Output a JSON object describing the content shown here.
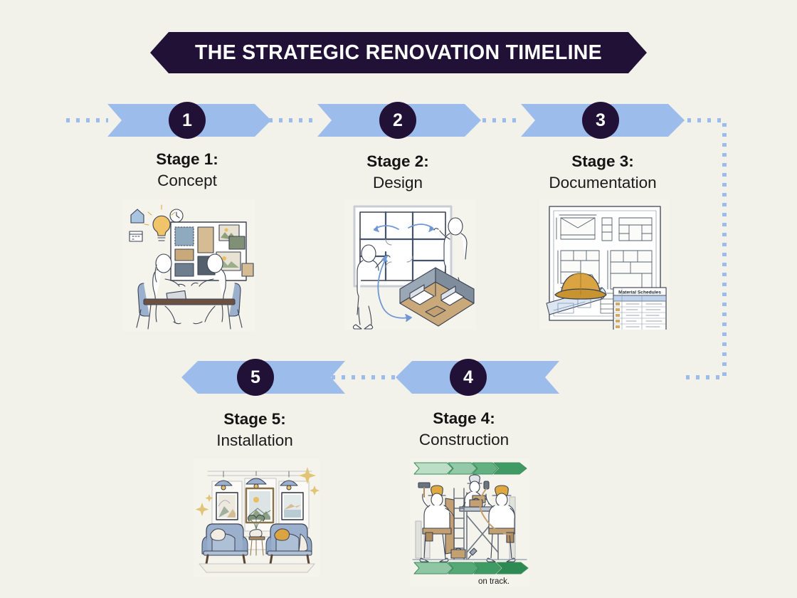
{
  "meta": {
    "background_color": "#F3F2EA",
    "accent_dark": "#221137",
    "accent_blue": "#9CBCEB",
    "dotted_color": "#9CBCEB"
  },
  "header": {
    "title": "THE STRATEGIC RENOVATION TIMELINE",
    "banner_shape": "double-arrow-hexagon",
    "banner_color": "#221137",
    "text_color": "#FFFFFF"
  },
  "timeline": {
    "top_row_direction": "left-to-right",
    "bottom_row_direction": "right-to-left",
    "stages": [
      {
        "number": "1",
        "label_line1": "Stage 1:",
        "label_line2": "Concept",
        "arrow_direction": "right",
        "illustration": "meeting-moodboard-illustration",
        "illustration_alt": "Two people seated at a table reviewing a materials mood board, with lightbulb, house, clock and calendar icons"
      },
      {
        "number": "2",
        "label_line1": "Stage 2:",
        "label_line2": "Design",
        "arrow_direction": "right",
        "illustration": "floorplan-3d-model-illustration",
        "illustration_alt": "Two people at a wall-mounted floor plan with an isometric 3D room model"
      },
      {
        "number": "3",
        "label_line1": "Stage 3:",
        "label_line2": "Documentation",
        "arrow_direction": "right",
        "illustration": "technical-drawings-illustration",
        "illustration_alt": "Technical construction drawings with a hard hat, rolled blueprint and a material schedules table",
        "inner_text": "Material Schedules"
      },
      {
        "number": "4",
        "label_line1": "Stage 4:",
        "label_line2": "Construction",
        "arrow_direction": "left",
        "illustration": "construction-workers-illustration",
        "illustration_alt": "Three construction workers on and beside scaffolding with green progress arrows",
        "inner_text": "on track."
      },
      {
        "number": "5",
        "label_line1": "Stage 5:",
        "label_line2": "Installation",
        "arrow_direction": "left",
        "illustration": "finished-interior-illustration",
        "illustration_alt": "Finished living room with two armchairs, framed artwork, pendant lamps and sparkles"
      }
    ]
  }
}
